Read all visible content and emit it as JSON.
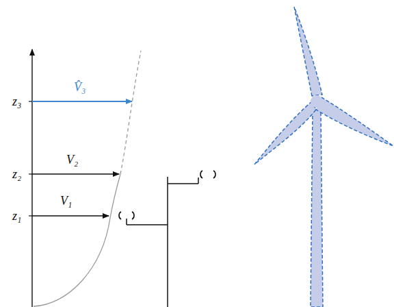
{
  "diagram": {
    "labels": [
      "z₃",
      "V̂₃",
      "z₂",
      "V₂",
      "z₁",
      "V₁"
    ]
  }
}
